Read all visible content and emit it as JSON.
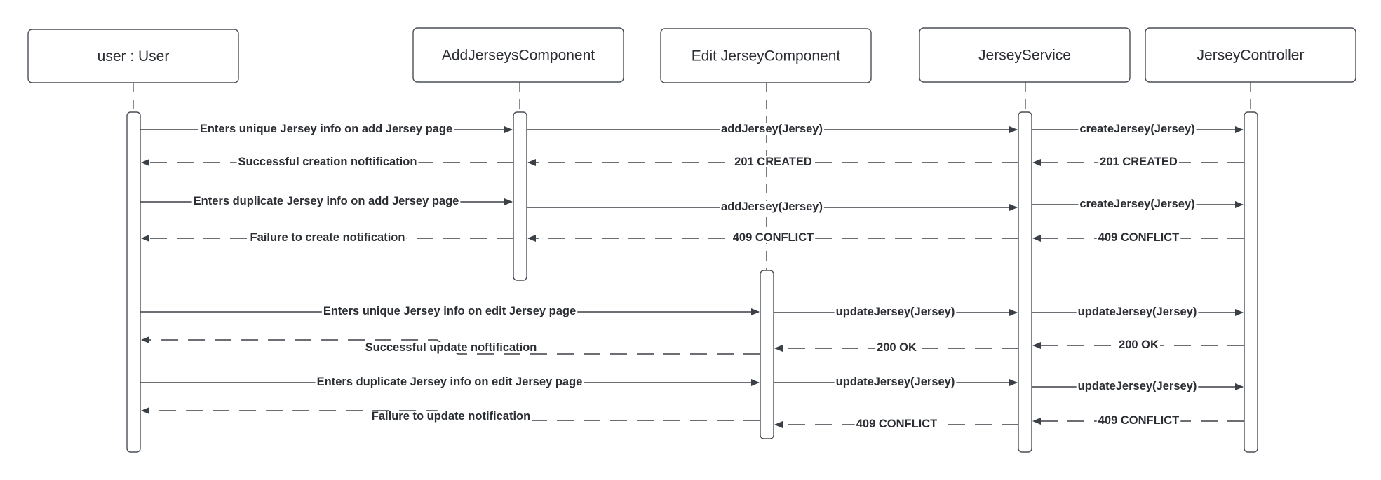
{
  "participants": [
    {
      "key": "user",
      "label": "user : User"
    },
    {
      "key": "add",
      "label": "AddJerseysComponent"
    },
    {
      "key": "edit",
      "label": "Edit JerseyComponent"
    },
    {
      "key": "service",
      "label": "JerseyService"
    },
    {
      "key": "controller",
      "label": "JerseyController"
    }
  ],
  "messages": [
    {
      "from": "user",
      "to": "add",
      "label": "Enters unique Jersey info on add Jersey page",
      "style": "solid"
    },
    {
      "from": "add",
      "to": "service",
      "label": "addJersey(Jersey)",
      "style": "solid"
    },
    {
      "from": "service",
      "to": "controller",
      "label": "createJersey(Jersey)",
      "style": "solid"
    },
    {
      "from": "controller",
      "to": "service",
      "label": "201 CREATED",
      "style": "dashed"
    },
    {
      "from": "service",
      "to": "add",
      "label": "201 CREATED",
      "style": "dashed"
    },
    {
      "from": "add",
      "to": "user",
      "label": "Successful creation noftification",
      "style": "dashed"
    },
    {
      "from": "user",
      "to": "add",
      "label": "Enters duplicate Jersey info on add Jersey page",
      "style": "solid"
    },
    {
      "from": "add",
      "to": "service",
      "label": "addJersey(Jersey)",
      "style": "solid"
    },
    {
      "from": "service",
      "to": "controller",
      "label": "createJersey(Jersey)",
      "style": "solid"
    },
    {
      "from": "controller",
      "to": "service",
      "label": "409 CONFLICT",
      "style": "dashed"
    },
    {
      "from": "service",
      "to": "add",
      "label": "409 CONFLICT",
      "style": "dashed"
    },
    {
      "from": "add",
      "to": "user",
      "label": "Failure to create notification",
      "style": "dashed"
    },
    {
      "from": "user",
      "to": "edit",
      "label": "Enters unique Jersey info on edit Jersey page",
      "style": "solid"
    },
    {
      "from": "edit",
      "to": "service",
      "label": "updateJersey(Jersey)",
      "style": "solid"
    },
    {
      "from": "service",
      "to": "controller",
      "label": "updateJersey(Jersey)",
      "style": "solid"
    },
    {
      "from": "controller",
      "to": "service",
      "label": "200 OK",
      "style": "dashed"
    },
    {
      "from": "service",
      "to": "edit",
      "label": "200 OK",
      "style": "dashed"
    },
    {
      "from": "edit",
      "to": "user",
      "label": "Successful update noftification",
      "style": "dashed"
    },
    {
      "from": "user",
      "to": "edit",
      "label": "Enters duplicate Jersey info on edit Jersey page",
      "style": "solid"
    },
    {
      "from": "edit",
      "to": "service",
      "label": "updateJersey(Jersey)",
      "style": "solid"
    },
    {
      "from": "service",
      "to": "controller",
      "label": "updateJersey(Jersey)",
      "style": "solid"
    },
    {
      "from": "controller",
      "to": "service",
      "label": "409 CONFLICT",
      "style": "dashed"
    },
    {
      "from": "service",
      "to": "edit",
      "label": "409 CONFLICT",
      "style": "dashed"
    },
    {
      "from": "edit",
      "to": "user",
      "label": "Failure to update notification",
      "style": "dashed"
    }
  ]
}
